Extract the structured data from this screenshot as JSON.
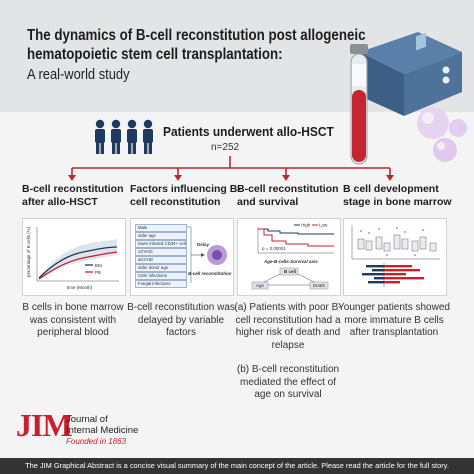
{
  "header": {
    "title_line1": "The dynamics of B-cell reconstitution post allogeneic",
    "title_line2": "hematopoietic stem cell transplantation:",
    "subtitle": "A real-world study"
  },
  "patients": {
    "title": "Patients underwent allo-HSCT",
    "count": "n=252"
  },
  "columns": [
    {
      "heading": "B-cell reconstitution after allo-HSCT",
      "description": "B cells in bone marrow was consistent with peripheral blood",
      "panel": {
        "ylabel": "percentage of B cells (%)",
        "xlabel": "time (Month)",
        "legend": [
          "BM",
          "PB"
        ]
      }
    },
    {
      "heading": "Factors influencing B-cell reconstitution",
      "description": "B-cell reconstitution was delayed by variable factors",
      "panel": {
        "factors": [
          "Male",
          "older age",
          "lower infused CD34+ cells",
          "cGVHD",
          "aGVHD",
          "older donor age",
          "CMV infections",
          "Fungal infections"
        ],
        "delay_label": "Delay",
        "outcome_label": "B-cell reconstitution"
      }
    },
    {
      "heading": "B-cell reconstitution and survival",
      "description_a": "(a) Patients with poor B-cell reconstitution had a higher risk of death and relapse",
      "description_b": "(b) B-cell reconstitution mediated the effect of age on survival",
      "panel": {
        "legend": [
          "High",
          "Low"
        ],
        "pvalue": "p = 0.00001",
        "axis_title": "Age-B-cells-Survival axis",
        "mediator": "B cell",
        "left_node": "Age",
        "right_node": "Death"
      }
    },
    {
      "heading": "B cell development stage in bone marrow",
      "description": "Younger patients showed more immature B cells after transplantation",
      "panel": {}
    }
  ],
  "logo": {
    "mark": "JIM",
    "name_line1": "Journal of",
    "name_line2": "Internal Medicine",
    "founded": "Founded in 1863"
  },
  "footer": {
    "text": "The JIM Graphical Abstract is a concise visual summary of the main concept of the article. Please read the article for the full story."
  },
  "colors": {
    "accent_red": "#c8202f",
    "navy": "#1f3a5f",
    "arrow_red": "#b22a35",
    "header_bg": "#e3e4e6"
  }
}
